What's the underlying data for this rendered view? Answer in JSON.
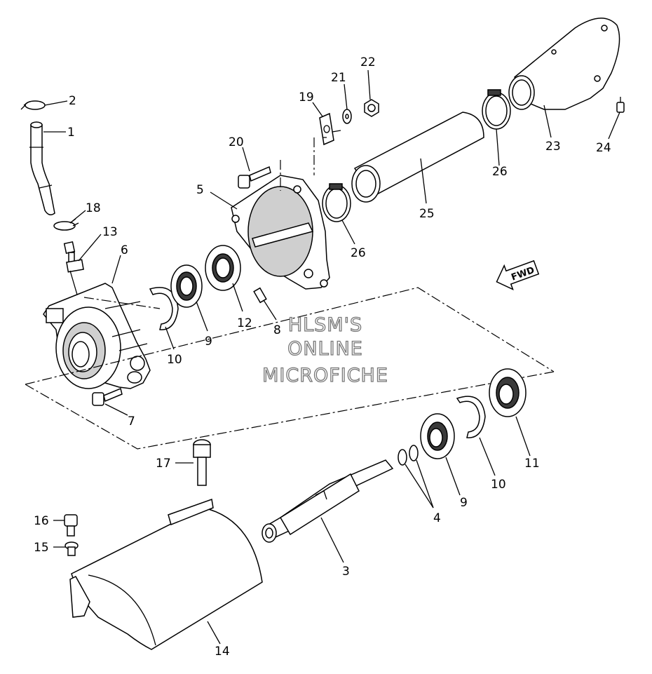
{
  "callouts": [
    {
      "id": "c1",
      "text": "1"
    },
    {
      "id": "c2",
      "text": "2"
    },
    {
      "id": "c3",
      "text": "3"
    },
    {
      "id": "c4",
      "text": "4"
    },
    {
      "id": "c5",
      "text": "5"
    },
    {
      "id": "c6",
      "text": "6"
    },
    {
      "id": "c7",
      "text": "7"
    },
    {
      "id": "c8",
      "text": "8"
    },
    {
      "id": "c9a",
      "text": "9"
    },
    {
      "id": "c9b",
      "text": "9"
    },
    {
      "id": "c10a",
      "text": "10"
    },
    {
      "id": "c10b",
      "text": "10"
    },
    {
      "id": "c11",
      "text": "11"
    },
    {
      "id": "c12",
      "text": "12"
    },
    {
      "id": "c13",
      "text": "13"
    },
    {
      "id": "c14",
      "text": "14"
    },
    {
      "id": "c15",
      "text": "15"
    },
    {
      "id": "c16",
      "text": "16"
    },
    {
      "id": "c17",
      "text": "17"
    },
    {
      "id": "c18",
      "text": "18"
    },
    {
      "id": "c19",
      "text": "19"
    },
    {
      "id": "c20",
      "text": "20"
    },
    {
      "id": "c21",
      "text": "21"
    },
    {
      "id": "c22",
      "text": "22"
    },
    {
      "id": "c23",
      "text": "23"
    },
    {
      "id": "c24",
      "text": "24"
    },
    {
      "id": "c25",
      "text": "25"
    },
    {
      "id": "c26a",
      "text": "26"
    },
    {
      "id": "c26b",
      "text": "26"
    }
  ],
  "direction_arrow": {
    "label": "FWD"
  },
  "watermark": {
    "line1": "HLSM'S",
    "line2": "ONLINE",
    "line3": "MICROFICHE"
  },
  "colors": {
    "ink": "#000000",
    "part_fill": "#ffffff",
    "watermark_outline": "#777777"
  }
}
